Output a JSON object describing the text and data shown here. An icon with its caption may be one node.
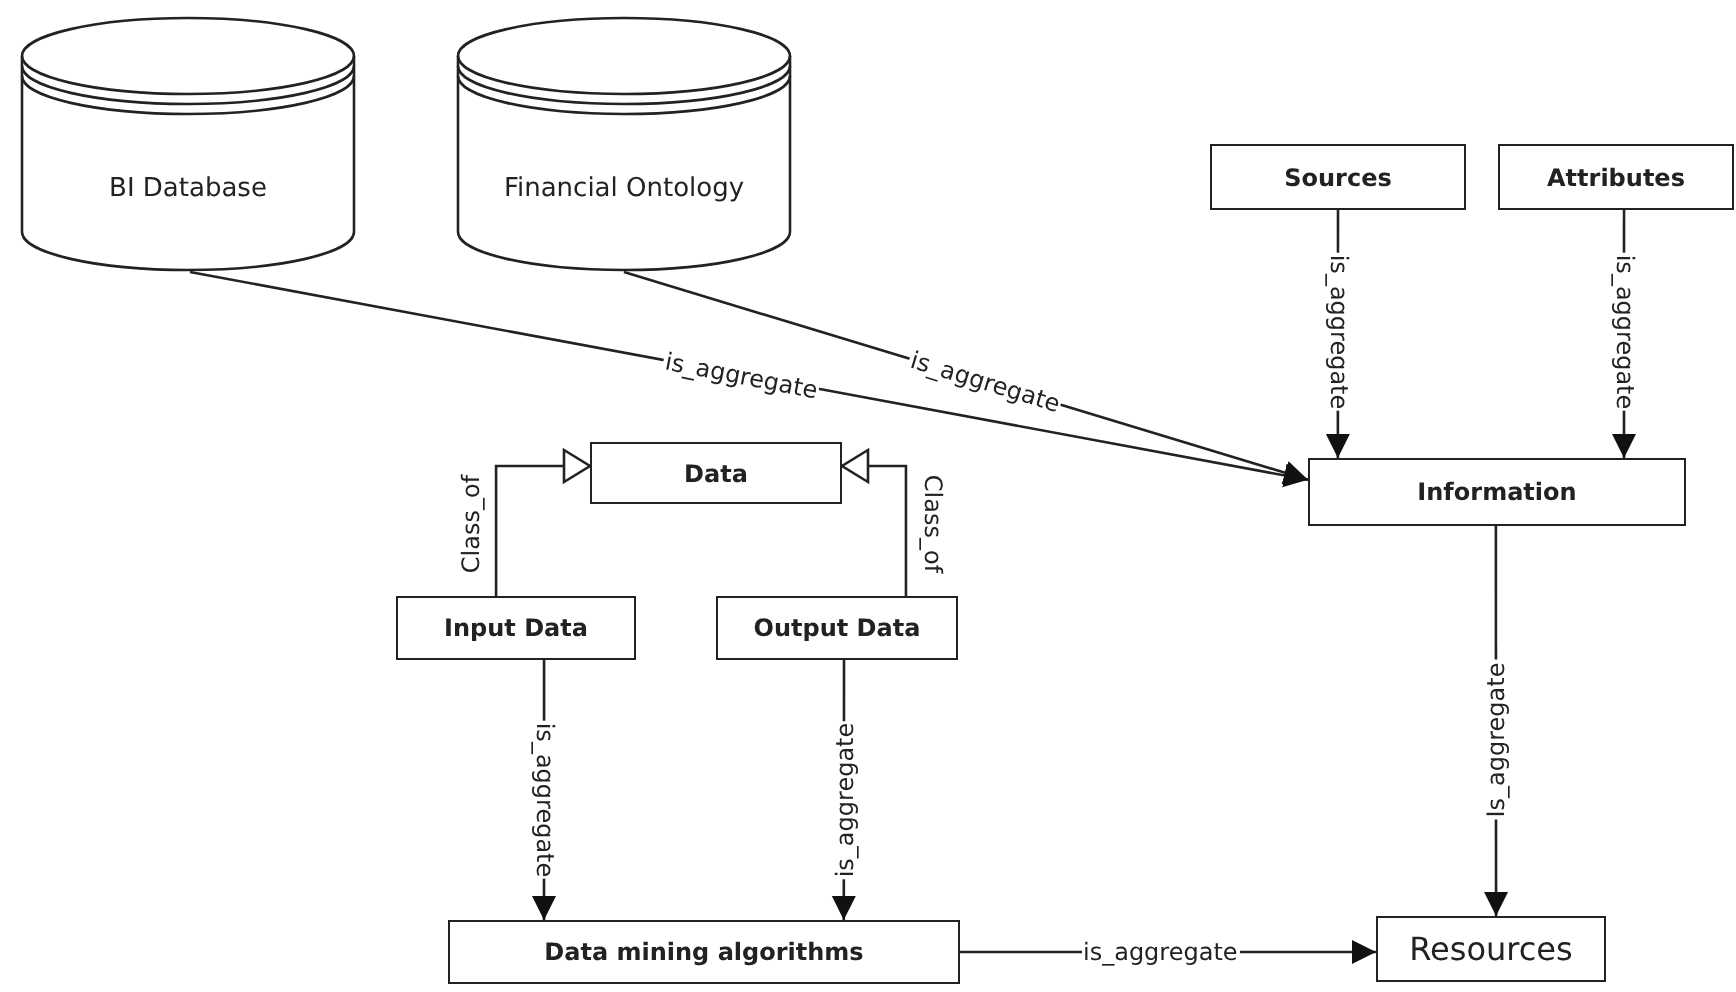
{
  "diagram": {
    "nodes": [
      {
        "text": [
          "BI Database"
        ]
      },
      {
        "text": [
          "Financial Ontology"
        ]
      },
      {
        "text": [
          "Sources"
        ]
      },
      {
        "text": [
          "Attributes"
        ]
      },
      {
        "text": [
          "Information"
        ]
      },
      {
        "text": [
          "Data"
        ]
      },
      {
        "text": [
          "Input Data"
        ]
      },
      {
        "text": [
          "Output Data"
        ]
      },
      {
        "text": [
          "Data mining algorithms"
        ]
      },
      {
        "text": [
          "Resources"
        ]
      }
    ],
    "edges": [
      {
        "from": 0,
        "to": 4,
        "arrow": "to",
        "label": "is_aggregate"
      },
      {
        "from": 1,
        "to": 4,
        "arrow": "to",
        "label": "is_aggregate"
      },
      {
        "from": 2,
        "to": 4,
        "arrow": "to",
        "label": "is_aggregate"
      },
      {
        "from": 3,
        "to": 4,
        "arrow": "to",
        "label": "is_aggregate"
      },
      {
        "from": 6,
        "to": 5,
        "arrow": "to",
        "label": "Class_of"
      },
      {
        "from": 7,
        "to": 5,
        "arrow": "to",
        "label": "Class_of"
      },
      {
        "from": 6,
        "to": 8,
        "arrow": "to",
        "label": "is_aggregate"
      },
      {
        "from": 7,
        "to": 8,
        "arrow": "to",
        "label": "is_aggregate"
      },
      {
        "from": 4,
        "to": 9,
        "arrow": "to",
        "label": "Is_aggregate"
      },
      {
        "from": 8,
        "to": 9,
        "arrow": "to",
        "label": "is_aggregate"
      }
    ]
  }
}
